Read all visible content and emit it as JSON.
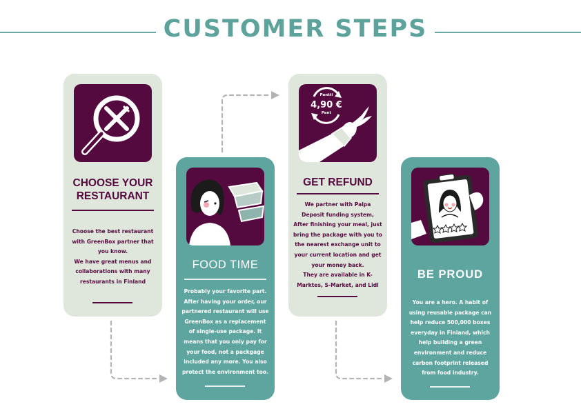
{
  "title": "CUSTOMER STEPS",
  "colors": {
    "accent_teal": "#5fa59f",
    "light_card": "#dfe7dc",
    "plum": "#540a3f",
    "connector_grey": "#b3b3b3"
  },
  "steps": [
    {
      "heading": "CHOOSE YOUR RESTAURANT",
      "icon": "magnifier-fork-knife-icon",
      "body": [
        "Choose the best restaurant with GreenBox partner that you know.",
        "We have great menus and collaborations with many restaurants in Finland"
      ]
    },
    {
      "heading": "FOOD TIME",
      "icon": "woman-with-food-boxes-icon",
      "body": [
        "Probably your favorite part. After having your order, our partnered restaurant will use GreenBox as a replacement of single-use package. It means that you only pay for your food, not a packgage included any more. You also protect the environment too."
      ]
    },
    {
      "heading": "GET REFUND",
      "icon": "deposit-hand-icon",
      "badge": {
        "top": "Pantti",
        "amount": "4,90 €",
        "bottom": "Pant"
      },
      "body": [
        "We partner with Palpa Deposit funding system, After finishing your meal, just bring the package with you to the nearest exchange unit to your current location and get your money back.",
        "They are available in K-Marktes, S-Market, and Lidl"
      ]
    },
    {
      "heading": "BE PROUD",
      "icon": "phone-rating-icon",
      "body": [
        "You are a hero. A habit of using reusable package can help reduce 500,000 boxes everyday in Finland, which help building a green environment and reduce carbon footprint released from food industry."
      ]
    }
  ]
}
